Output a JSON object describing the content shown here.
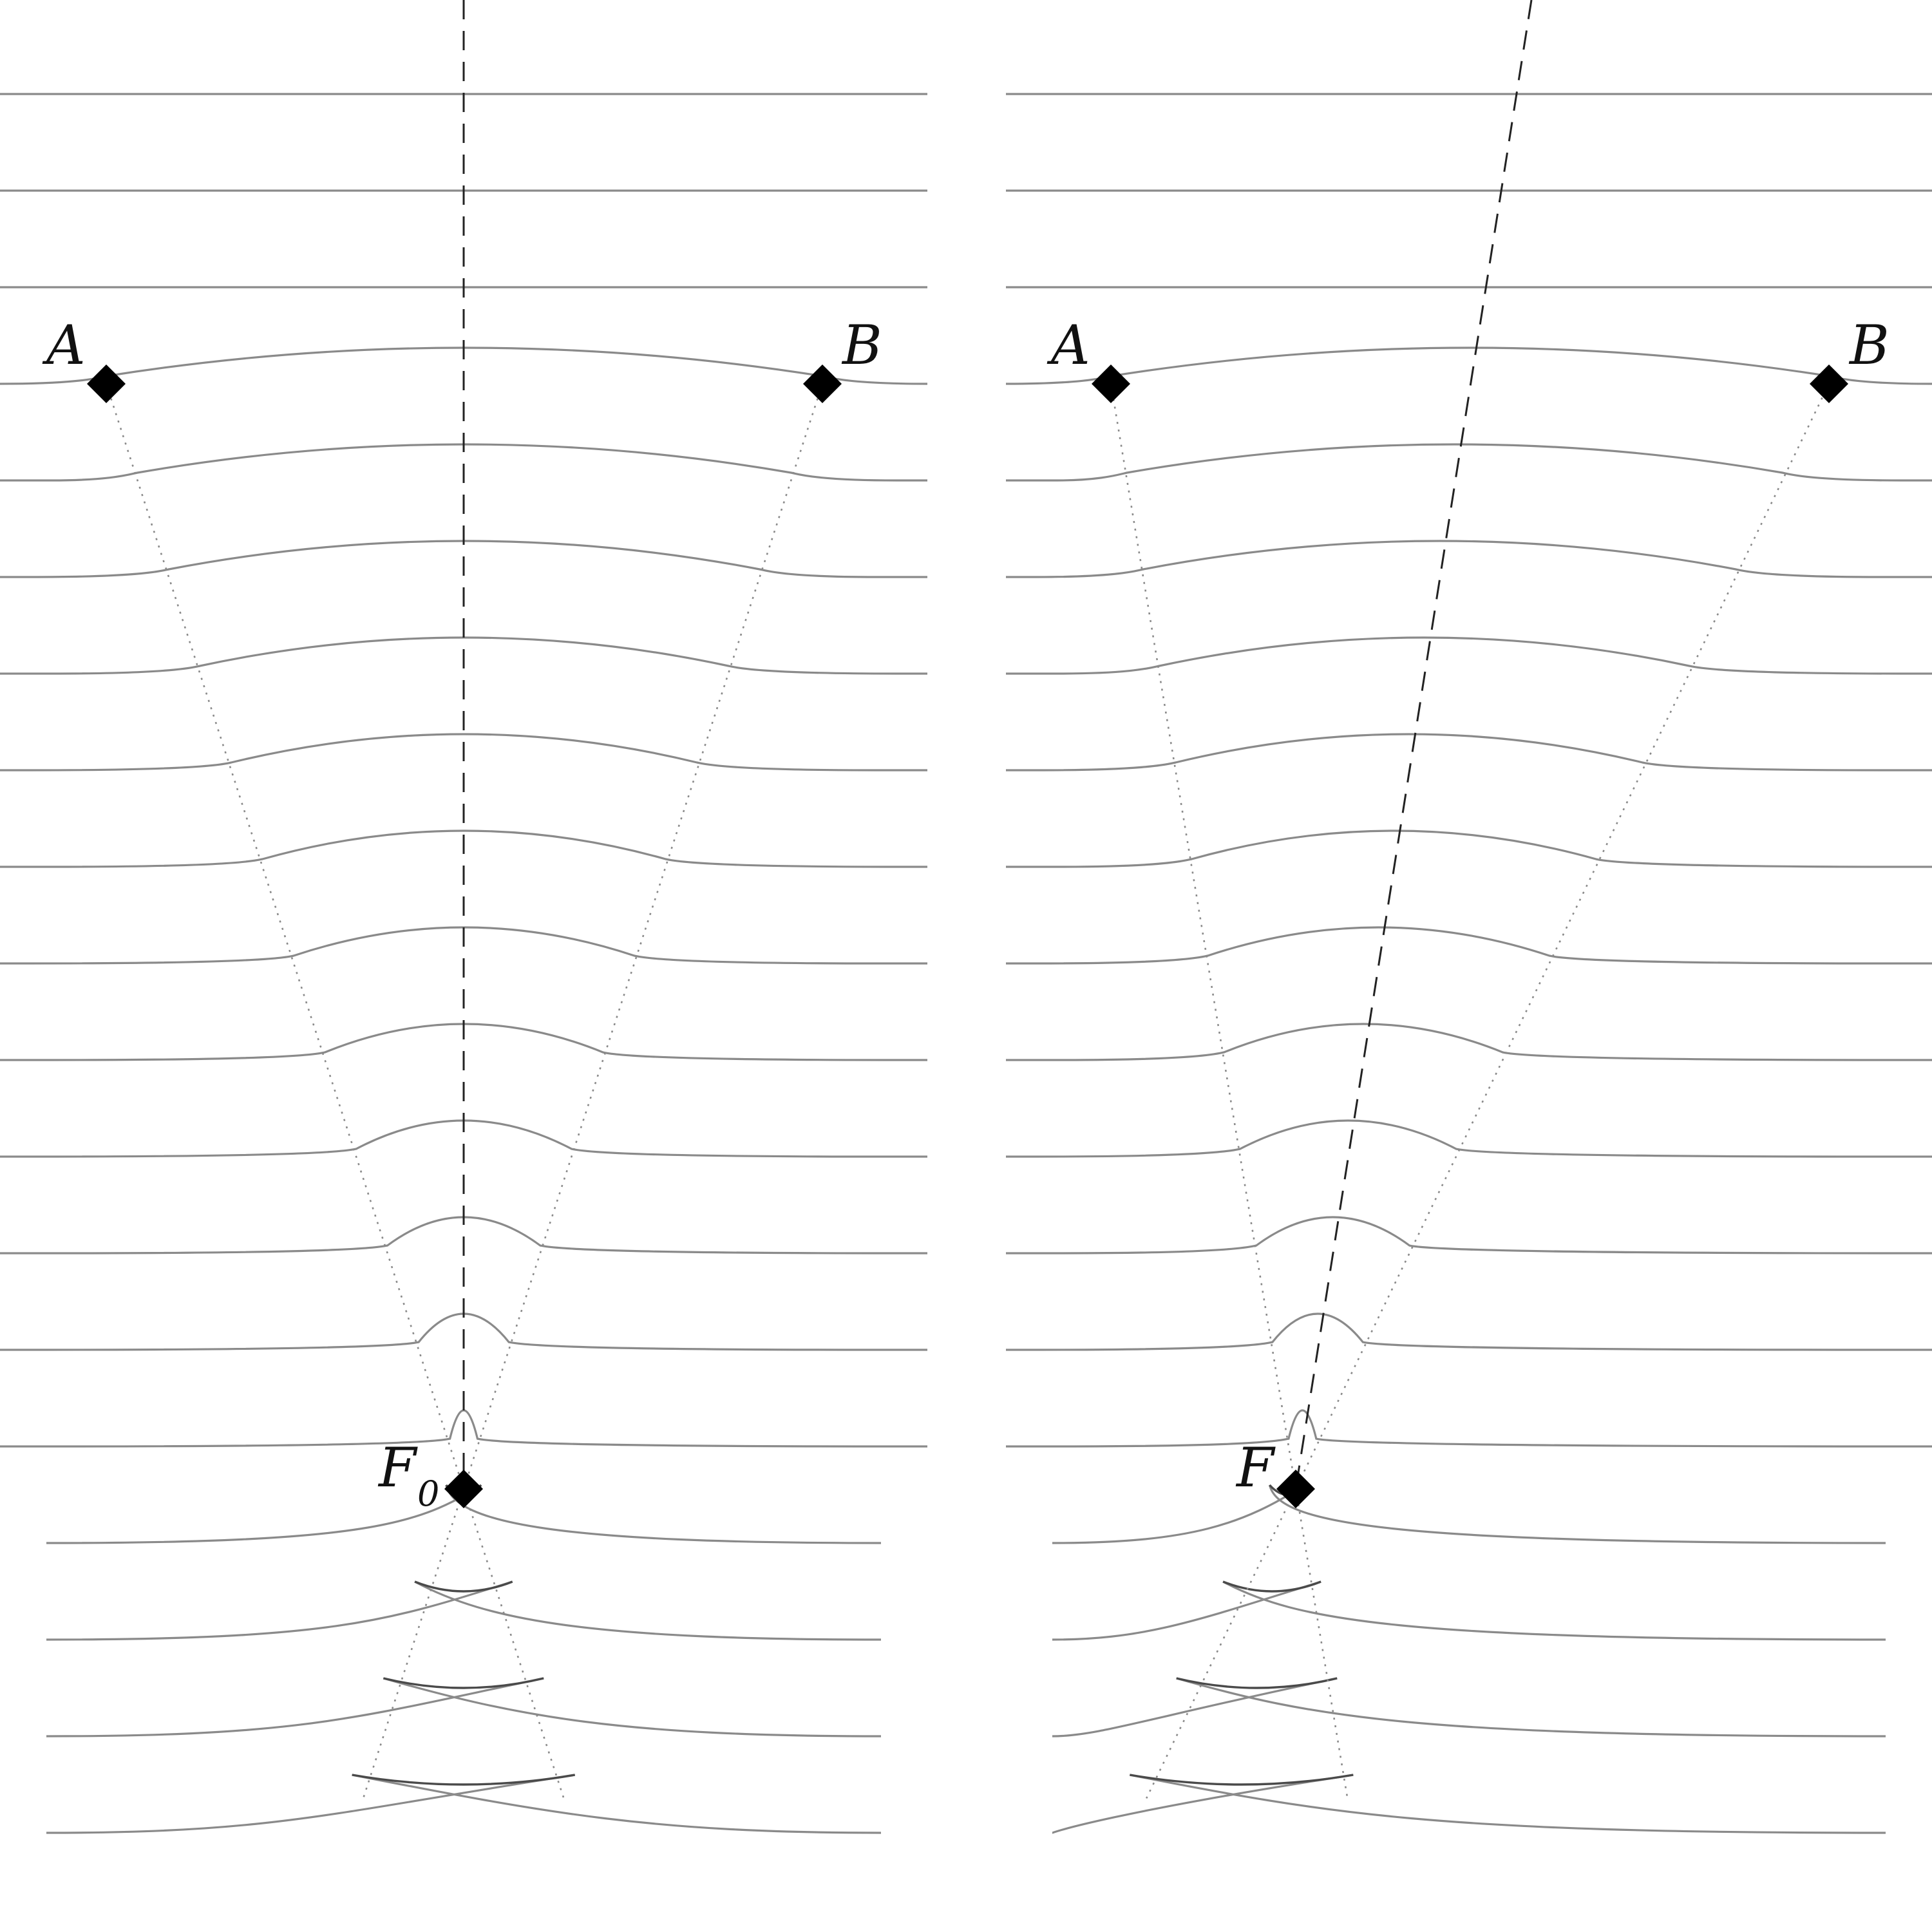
{
  "panels": [
    {
      "id": "left",
      "points": {
        "A": {
          "label": "A"
        },
        "B": {
          "label": "B"
        },
        "F": {
          "label": "F",
          "subscript": "0"
        }
      },
      "colors": {
        "wavefront": "#8a8a8a",
        "ray": "#8a8a8a",
        "axis": "#222222",
        "marker": "#000000"
      }
    },
    {
      "id": "right",
      "points": {
        "A": {
          "label": "A"
        },
        "B": {
          "label": "B"
        },
        "F": {
          "label": "F",
          "subscript": ""
        }
      },
      "colors": {
        "wavefront": "#8a8a8a",
        "ray": "#8a8a8a",
        "axis": "#222222",
        "marker": "#000000"
      }
    }
  ]
}
